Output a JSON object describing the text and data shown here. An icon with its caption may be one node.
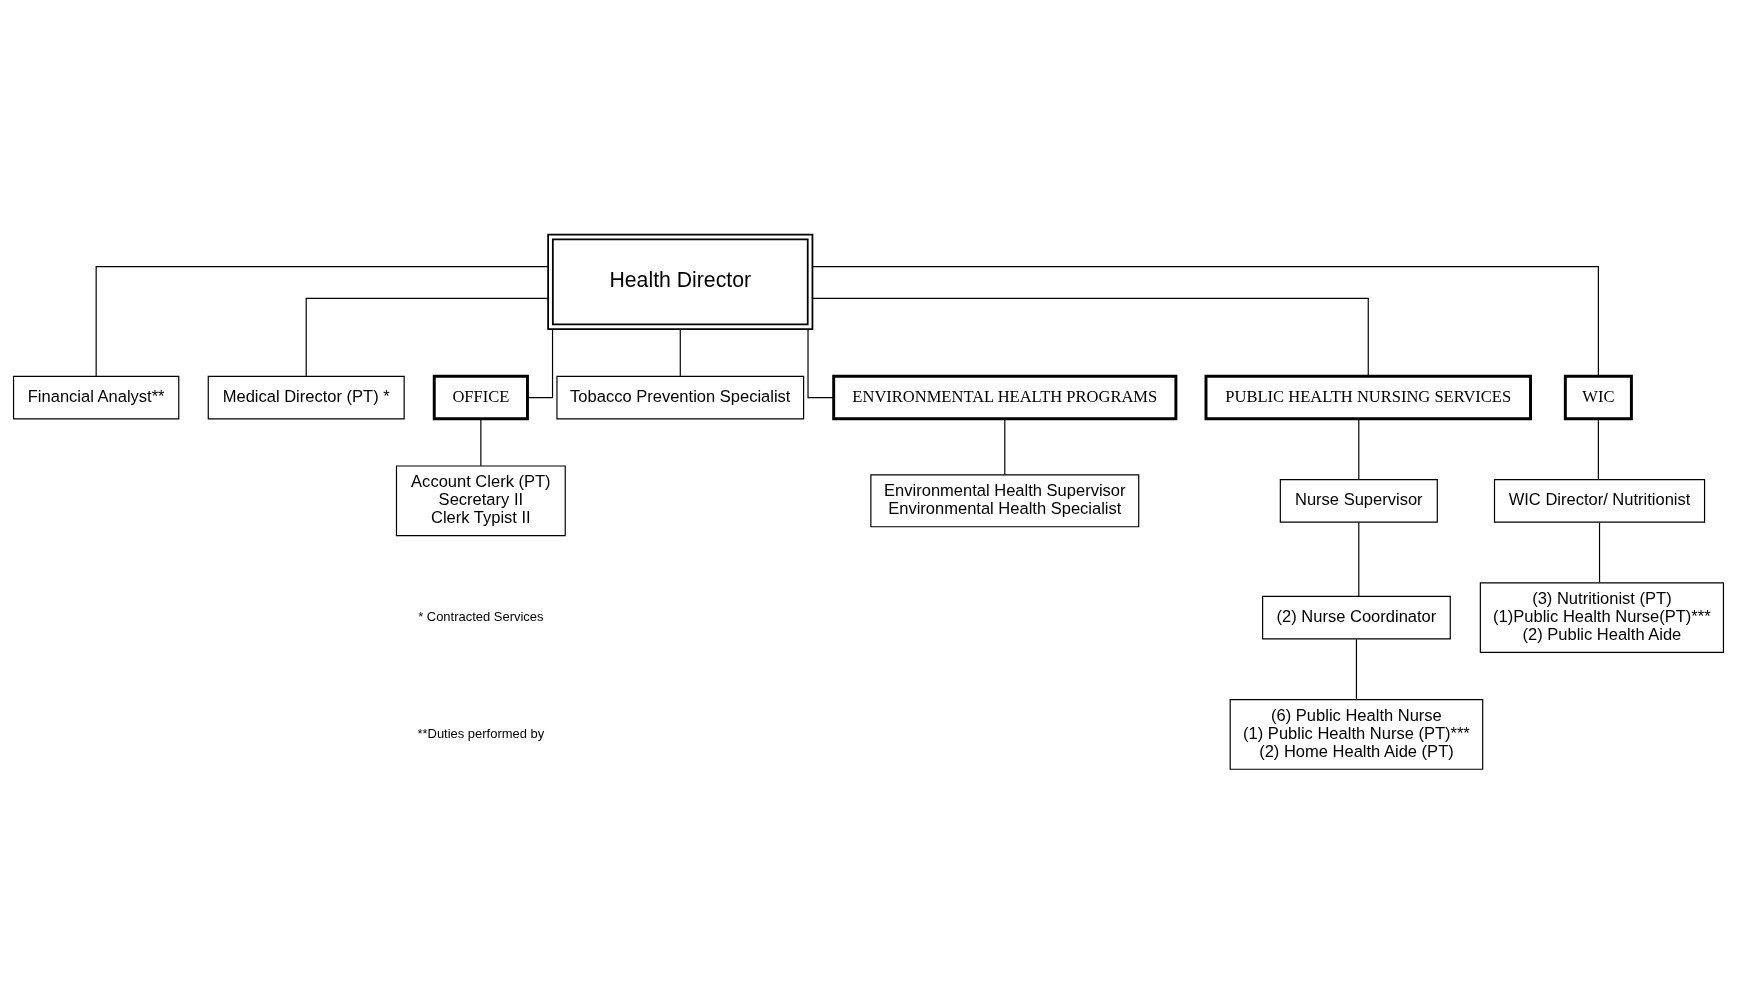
{
  "diagram": {
    "nodes": [
      {
        "text": [
          "Health Director"
        ]
      },
      {
        "text": [
          "Financial Analyst**"
        ]
      },
      {
        "text": [
          "Medical Director (PT) *"
        ]
      },
      {
        "text": [
          "OFFICE"
        ]
      },
      {
        "text": [
          "Tobacco Prevention Specialist"
        ]
      },
      {
        "text": [
          "ENVIRONMENTAL HEALTH PROGRAMS"
        ]
      },
      {
        "text": [
          "PUBLIC HEALTH NURSING SERVICES"
        ]
      },
      {
        "text": [
          "WIC"
        ]
      },
      {
        "text": [
          "Account Clerk (PT)",
          "Secretary II",
          "Clerk Typist II"
        ]
      },
      {
        "text": [
          "Environmental Health Supervisor",
          "Environmental Health Specialist"
        ]
      },
      {
        "text": [
          "Nurse Supervisor"
        ]
      },
      {
        "text": [
          "WIC Director/ Nutritionist"
        ]
      },
      {
        "text": [
          "(2) Nurse Coordinator"
        ]
      },
      {
        "text": [
          "(3) Nutritionist (PT)",
          "(1)Public Health Nurse(PT)***",
          "(2) Public Health Aide"
        ]
      },
      {
        "text": [
          "(6) Public Health Nurse",
          "(1) Public Health Nurse (PT)***",
          "(2) Home Health Aide (PT)"
        ]
      }
    ],
    "edges": [
      {
        "from": 0,
        "to": 1,
        "arrow": "none"
      },
      {
        "from": 0,
        "to": 2,
        "arrow": "none"
      },
      {
        "from": 0,
        "to": 3,
        "arrow": "none"
      },
      {
        "from": 0,
        "to": 4,
        "arrow": "none"
      },
      {
        "from": 0,
        "to": 5,
        "arrow": "none"
      },
      {
        "from": 0,
        "to": 6,
        "arrow": "none"
      },
      {
        "from": 0,
        "to": 7,
        "arrow": "none"
      },
      {
        "from": 3,
        "to": 8,
        "arrow": "none"
      },
      {
        "from": 5,
        "to": 9,
        "arrow": "none"
      },
      {
        "from": 6,
        "to": 10,
        "arrow": "none"
      },
      {
        "from": 7,
        "to": 11,
        "arrow": "none"
      },
      {
        "from": 10,
        "to": 12,
        "arrow": "none"
      },
      {
        "from": 11,
        "to": 13,
        "arrow": "none"
      },
      {
        "from": 12,
        "to": 14,
        "arrow": "none"
      }
    ],
    "labels": [
      "* Contracted Services",
      "**Duties performed by"
    ]
  }
}
